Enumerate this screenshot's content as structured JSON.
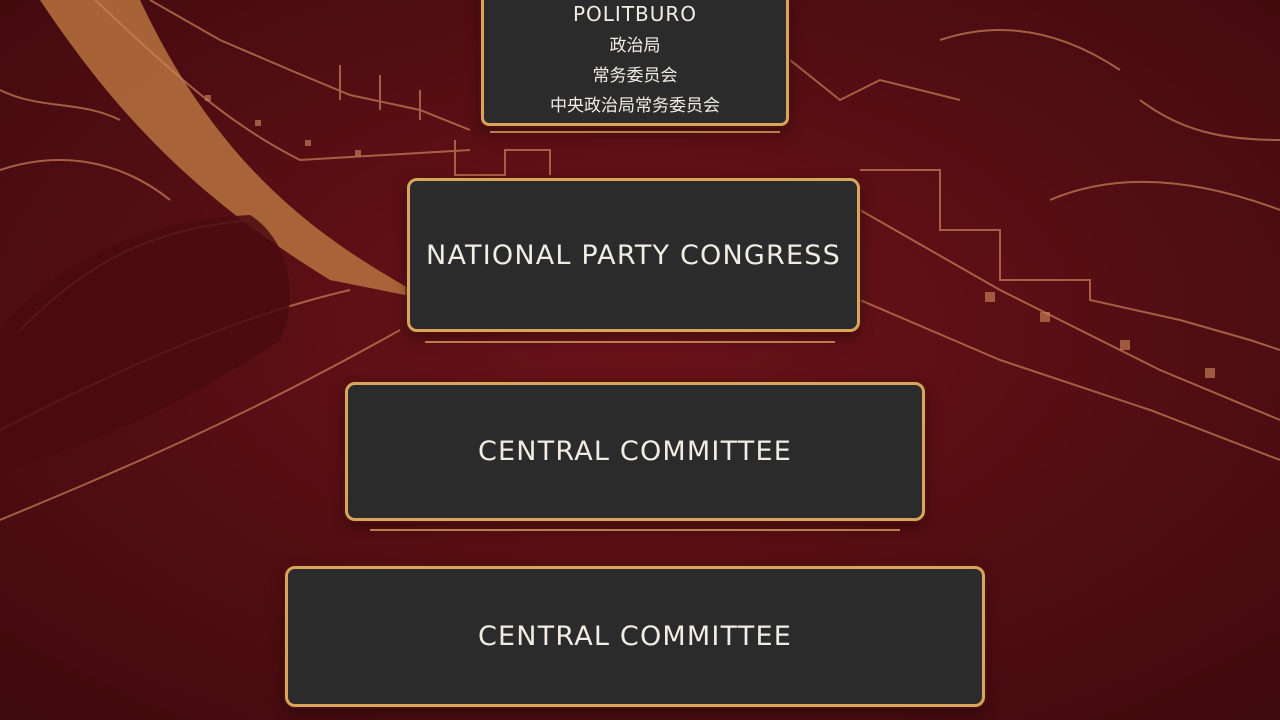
{
  "diagram": {
    "tiers": [
      {
        "id": "politburo",
        "title": "POLITBURO",
        "lines": [
          "政治局",
          "常务委员会",
          "中央政治局常务委员会"
        ]
      },
      {
        "id": "congress",
        "label": "NATIONAL PARTY CONGRESS"
      },
      {
        "id": "cc1",
        "label": "CENTRAL COMMITTEE"
      },
      {
        "id": "cc2",
        "label": "CENTRAL COMMITTEE"
      }
    ]
  },
  "colors": {
    "background": "#5a0f14",
    "background_line": "#c9825a",
    "road": "#b06a3c",
    "panel": "#2b2b2c",
    "border": "#d9a45c",
    "text": "#f2ede4"
  }
}
